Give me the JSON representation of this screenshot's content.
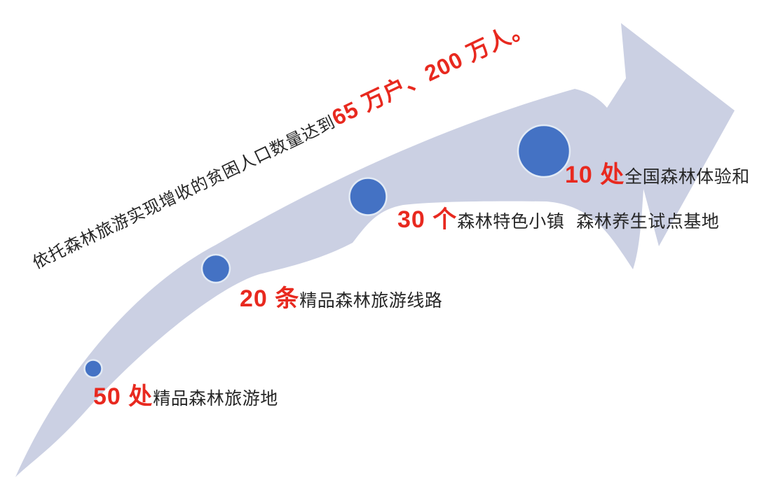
{
  "headline": {
    "prefix": "依托森林旅游实现增收的贫困人口数量达到",
    "highlight": "65 万户、200 万人。"
  },
  "milestones": [
    {
      "value": "50 处",
      "label": "精品森林旅游地"
    },
    {
      "value": "20 条",
      "label": "精品森林旅游线路"
    },
    {
      "value": "30 个",
      "label": "森林特色小镇"
    },
    {
      "value": "10 处",
      "label": "全国森林体验和",
      "label2": "森林养生试点基地"
    }
  ],
  "colors": {
    "band": "#cbd0e3",
    "dot": "#4472c4",
    "dot_ring": "#e2eaf5",
    "accent": "#e8291f",
    "text": "#262626",
    "background": "#ffffff"
  }
}
